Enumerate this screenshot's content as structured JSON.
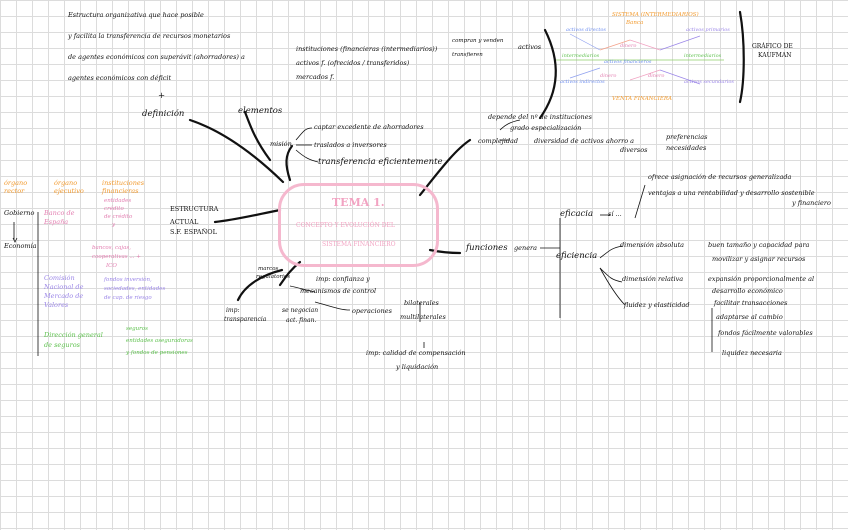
{
  "center": {
    "title": "TEMA 1.",
    "subtitle_1": "CONCEPTO Y EVOLUCIÓN DEL",
    "subtitle_2": "SISTEMA FINANCIERO"
  },
  "definicion": {
    "label": "definición",
    "lines": [
      "Estructura organizativa que hace posible",
      "y facilita la transferencia de recursos monetarios",
      "de agentes económicos con superávit (ahorradores) a",
      "agentes económicos con déficit"
    ],
    "plus": "+"
  },
  "elementos": {
    "label": "elementos",
    "items": [
      "instituciones (financieras (intermediarios))",
      "activos f. (ofrecidos / transferidos)",
      "mercados f."
    ],
    "side_note_1": "compran y venden",
    "side_note_2": "transfieren",
    "side_note_3": "activos"
  },
  "mision": {
    "label": "misión",
    "items": [
      "captar excedente de ahorradores",
      "traslados a inversores",
      "transferencia eficientemente"
    ]
  },
  "kaufman": {
    "label_1": "GRÁFICO DE",
    "label_2": "KAUFMAN",
    "top": "SISTEMA (INTERMEDIARIOS)",
    "top_sub": "Banca",
    "bottom": "VENTA FINANCIERA",
    "left_items": [
      "activos directos",
      "intermediarios",
      "activos indirectos"
    ],
    "right_items": [
      "activos primarios",
      "intermediarios",
      "activos secundarios"
    ],
    "mid_items": [
      "dinero",
      "activos financieros",
      "dinero",
      "dinero"
    ]
  },
  "estructura": {
    "line_1": "ESTRUCTURA",
    "line_2": "ACTUAL",
    "line_3": "S.F. ESPAÑOL"
  },
  "left_panel": {
    "col_1_header": [
      "órgano",
      "rector"
    ],
    "col_2_header": [
      "órgano",
      "ejecutivo"
    ],
    "col_3_header": [
      "instituciones",
      "financieras"
    ],
    "gobierno": "Gobierno",
    "economia": "Economía",
    "banco_espana": [
      "Banco de",
      "España"
    ],
    "banco_items": [
      "entidades",
      "crédito",
      "de crédito",
      "y"
    ],
    "bancos_line": [
      "bancos, cajas,",
      "cooperativas ... +",
      "ICO"
    ],
    "cnmv": [
      "Comisión",
      "Nacional de",
      "Mercado de",
      "Valores"
    ],
    "cnmv_items": [
      "fondos inversión,",
      "sociedades, entidades",
      "de cap. de riesgo"
    ],
    "dgs": [
      "Dirección general",
      "de seguros"
    ],
    "dgs_items": [
      "seguros",
      "entidades aseguradoras",
      "y fondos de pensiones"
    ]
  },
  "funciones": {
    "label": "funciones",
    "genera": "genera",
    "connections": [
      "depende del nº de instituciones",
      "grado especialización",
      "complejidad",
      "diversidad de activos",
      "ahorro a",
      "diversos"
    ],
    "pref": "preferencias",
    "neces": "necesidades",
    "eficacia": "eficacia",
    "eficiencia": "eficiencia",
    "si": "sí ...",
    "eficacia_items": [
      "ofrece asignación de recursos generalizada",
      "ventajas a una rentabilidad y desarrollo sostenible",
      "y financiero"
    ],
    "dim_absoluta": "dimensión absoluta",
    "dim_absoluta_desc": [
      "buen tamaño y capacidad para",
      "movilizar y asignar recursos"
    ],
    "dim_relativa": "dimensión relativa",
    "dim_relativa_desc": [
      "expansión proporcionalmente al",
      "desarrollo económico"
    ],
    "fluidez": "fluidez y elasticidad",
    "fluidez_items": [
      "facilitar transacciones",
      "adaptarse al cambio",
      "fondos fácilmente valorables",
      "liquidez necesaria"
    ]
  },
  "bottom": {
    "mercados": [
      "marcos",
      "regulatorios"
    ],
    "imp_1": "imp: confianza y",
    "imp_1b": "mecanismos de control",
    "operaciones": "operaciones",
    "bilat": "bilaterales",
    "multi": "multilaterales",
    "imp_transp": [
      "imp:",
      "transparencia"
    ],
    "negocian": [
      "se negocian",
      "act. finan."
    ],
    "imp_2": "imp: calidad de compensación",
    "imp_2b": "y liquidación"
  }
}
